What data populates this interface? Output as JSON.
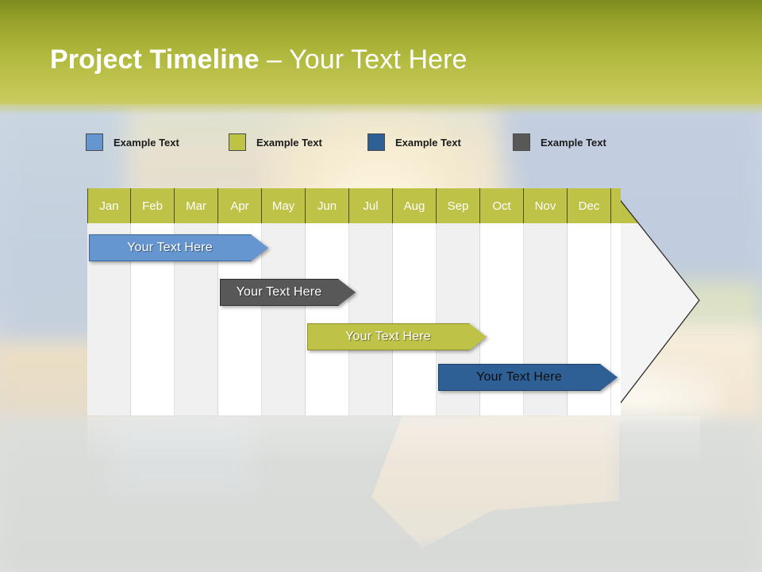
{
  "slide": {
    "title_bold": "Project Timeline",
    "title_light": " – Your Text Here",
    "title_full": "Project Timeline – Your Text Here",
    "header_color": "#adb63a"
  },
  "legend": {
    "items": [
      {
        "label": "Example Text",
        "color": "#6596cf",
        "icon": "square-swatch-icon"
      },
      {
        "label": "Example Text",
        "color": "#bec247",
        "icon": "square-swatch-icon"
      },
      {
        "label": "Example Text",
        "color": "#2e6095",
        "icon": "square-swatch-icon"
      },
      {
        "label": "Example Text",
        "color": "#585858",
        "icon": "square-swatch-icon"
      }
    ]
  },
  "chart_data": {
    "type": "bar",
    "title": "Project Timeline – Your Text Here",
    "xlabel": "",
    "ylabel": "",
    "grid": true,
    "legend_position": "top",
    "categories": [
      "Jan",
      "Feb",
      "Mar",
      "Apr",
      "May",
      "Jun",
      "Jul",
      "Aug",
      "Sep",
      "Oct",
      "Nov",
      "Dec"
    ],
    "series": [
      {
        "name": "Example Text",
        "label": "Your  Text Here",
        "color": "#6596cf",
        "start_month": "Jan",
        "end_month": "May",
        "start_index": 0,
        "end_index": 4,
        "row": 1
      },
      {
        "name": "Example Text",
        "label": "Your  Text Here",
        "color": "#585858",
        "start_month": "Apr",
        "end_month": "Jul",
        "start_index": 3,
        "end_index": 6,
        "row": 2
      },
      {
        "name": "Example Text",
        "label": "Your  Text Here",
        "color": "#bec247",
        "start_month": "Jun",
        "end_month": "Sep",
        "start_index": 5,
        "end_index": 9,
        "row": 3
      },
      {
        "name": "Example Text",
        "label": "Your  Text Here",
        "color": "#2e6095",
        "start_month": "Sep",
        "end_month": "Dec",
        "start_index": 8,
        "end_index": 12,
        "row": 4
      }
    ]
  }
}
